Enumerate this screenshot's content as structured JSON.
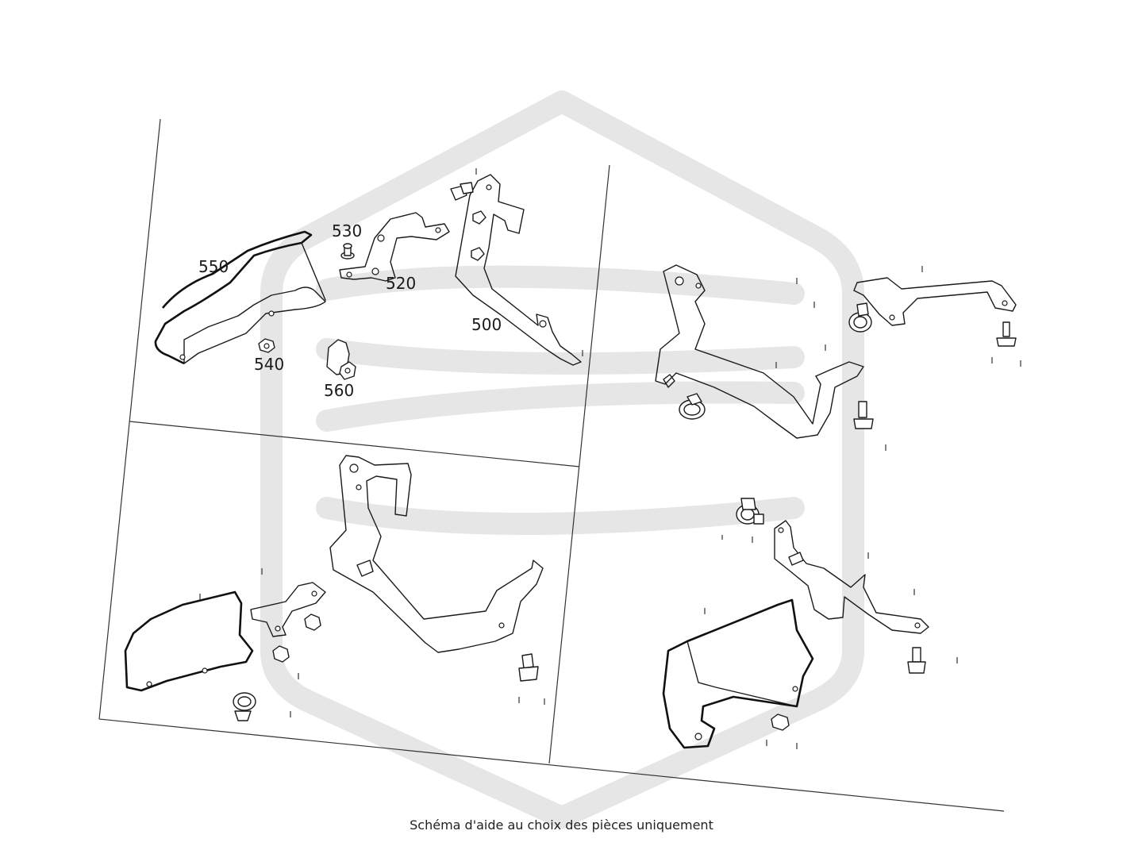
{
  "diagram": {
    "caption": "Schéma d'aide au choix des pièces uniquement",
    "watermark_color": "#e6e6e6",
    "line_color": "#1a1a1a",
    "part_labels": [
      "550",
      "530",
      "520",
      "500",
      "540",
      "560"
    ]
  }
}
